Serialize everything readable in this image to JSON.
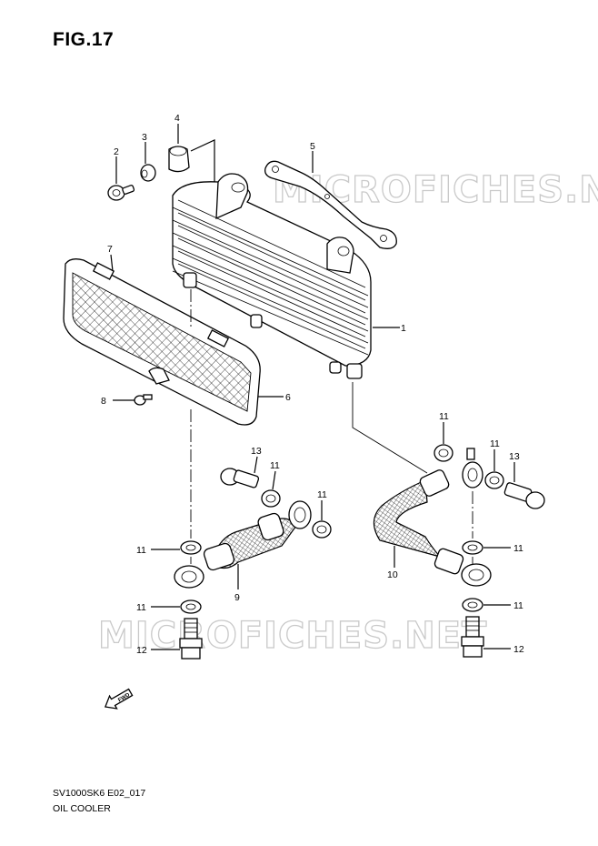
{
  "figure": {
    "title": "FIG.17"
  },
  "watermark": {
    "text": "MICROFICHES.NET"
  },
  "fwd_label": "FWD",
  "callouts": [
    {
      "id": "c1",
      "text": "1"
    },
    {
      "id": "c2",
      "text": "2"
    },
    {
      "id": "c3",
      "text": "3"
    },
    {
      "id": "c4",
      "text": "4"
    },
    {
      "id": "c5",
      "text": "5"
    },
    {
      "id": "c6",
      "text": "6"
    },
    {
      "id": "c7",
      "text": "7"
    },
    {
      "id": "c8",
      "text": "8"
    },
    {
      "id": "c9",
      "text": "9"
    },
    {
      "id": "c10",
      "text": "10"
    },
    {
      "id": "c11",
      "text": "11"
    },
    {
      "id": "c12",
      "text": "12"
    },
    {
      "id": "c13",
      "text": "13"
    }
  ],
  "footer": {
    "code": "SV1000SK6 E02_017",
    "name": "OIL COOLER"
  }
}
